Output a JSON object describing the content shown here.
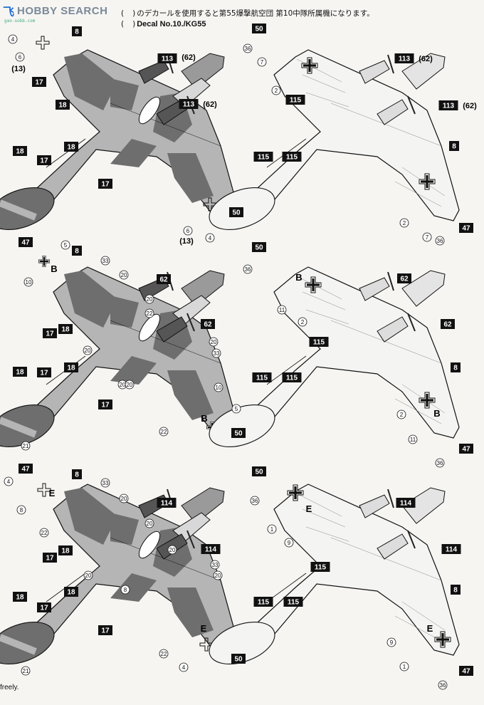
{
  "watermark": {
    "logo": "飞",
    "text": "HOBBY SEARCH",
    "sub": "gao-sobb.com"
  },
  "header": {
    "line1_jp": "のデカールを使用すると第55爆撃航空団 第10中隊所属機になります。",
    "line2_en": "Decal No.10./KG55",
    "paren_open": "(",
    "paren_close": ")"
  },
  "footer": {
    "text": "freely."
  },
  "colors": {
    "dark_gray": "#6b6b6b",
    "light_gray": "#b7b7b7",
    "belly_white": "#f4f4f2",
    "ink": "#111111"
  },
  "diagrams": {
    "row1": {
      "left": {
        "boxes": [
          "8",
          "17",
          "18",
          "18",
          "17",
          "18",
          "17",
          "50",
          "113",
          "113"
        ],
        "circles": [
          "4",
          "6",
          "6",
          "4"
        ],
        "notes": [
          "(13)",
          "(13)",
          "(62)",
          "(62)"
        ]
      },
      "right": {
        "boxes": [
          "50",
          "115",
          "115",
          "115",
          "8",
          "47",
          "113",
          "113"
        ],
        "circles": [
          "36",
          "7",
          "2",
          "2",
          "7",
          "36"
        ],
        "notes": [
          "(62)",
          "(62)"
        ]
      }
    },
    "row2": {
      "left": {
        "boxes": [
          "47",
          "8",
          "17",
          "18",
          "62",
          "62",
          "18",
          "17",
          "18",
          "17",
          "50"
        ],
        "circles": [
          "5",
          "33",
          "20",
          "20",
          "10",
          "22",
          "20",
          "20",
          "20",
          "33",
          "20",
          "10",
          "5",
          "21",
          "22"
        ],
        "codes": [
          "B",
          "B"
        ]
      },
      "right": {
        "boxes": [
          "50",
          "62",
          "62",
          "115",
          "115",
          "115",
          "8",
          "47"
        ],
        "circles": [
          "36",
          "11",
          "2",
          "2",
          "11",
          "36"
        ],
        "codes": [
          "B",
          "B"
        ]
      }
    },
    "row3": {
      "left": {
        "boxes": [
          "47",
          "8",
          "17",
          "18",
          "114",
          "114",
          "18",
          "17",
          "18",
          "17",
          "50"
        ],
        "circles": [
          "4",
          "33",
          "20",
          "8",
          "22",
          "20",
          "20",
          "20",
          "33",
          "20",
          "8",
          "21",
          "22",
          "4"
        ],
        "codes": [
          "E",
          "E"
        ]
      },
      "right": {
        "boxes": [
          "50",
          "114",
          "114",
          "115",
          "115",
          "115",
          "8",
          "47"
        ],
        "circles": [
          "36",
          "1",
          "9",
          "9",
          "1",
          "36"
        ],
        "codes": [
          "E",
          "E"
        ]
      }
    }
  }
}
